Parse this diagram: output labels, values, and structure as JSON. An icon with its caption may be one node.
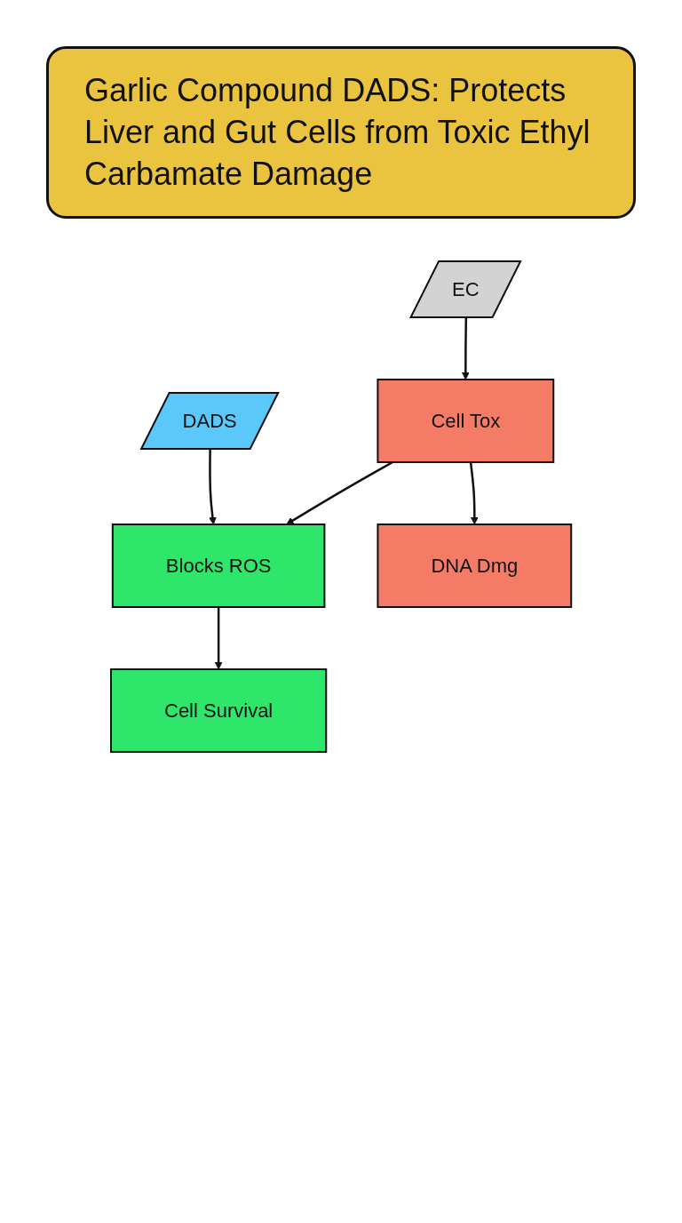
{
  "diagram": {
    "title": "Garlic Compound DADS: Protects Liver and Gut Cells from Toxic Ethyl Carbamate Damage",
    "nodes": [
      {
        "text": [
          "EC"
        ]
      },
      {
        "text": [
          "DADS"
        ]
      },
      {
        "text": [
          "Cell Tox"
        ]
      },
      {
        "text": [
          "Blocks ROS"
        ]
      },
      {
        "text": [
          "DNA Dmg"
        ]
      },
      {
        "text": [
          "Cell Survival"
        ]
      }
    ],
    "edges": [
      {
        "from": 0,
        "to": 2,
        "arrow": "to"
      },
      {
        "from": 1,
        "to": 3,
        "arrow": "to"
      },
      {
        "from": 2,
        "to": 4,
        "arrow": "to"
      },
      {
        "from": 2,
        "to": 3,
        "arrow": "to"
      },
      {
        "from": 3,
        "to": 5,
        "arrow": "to"
      }
    ]
  }
}
